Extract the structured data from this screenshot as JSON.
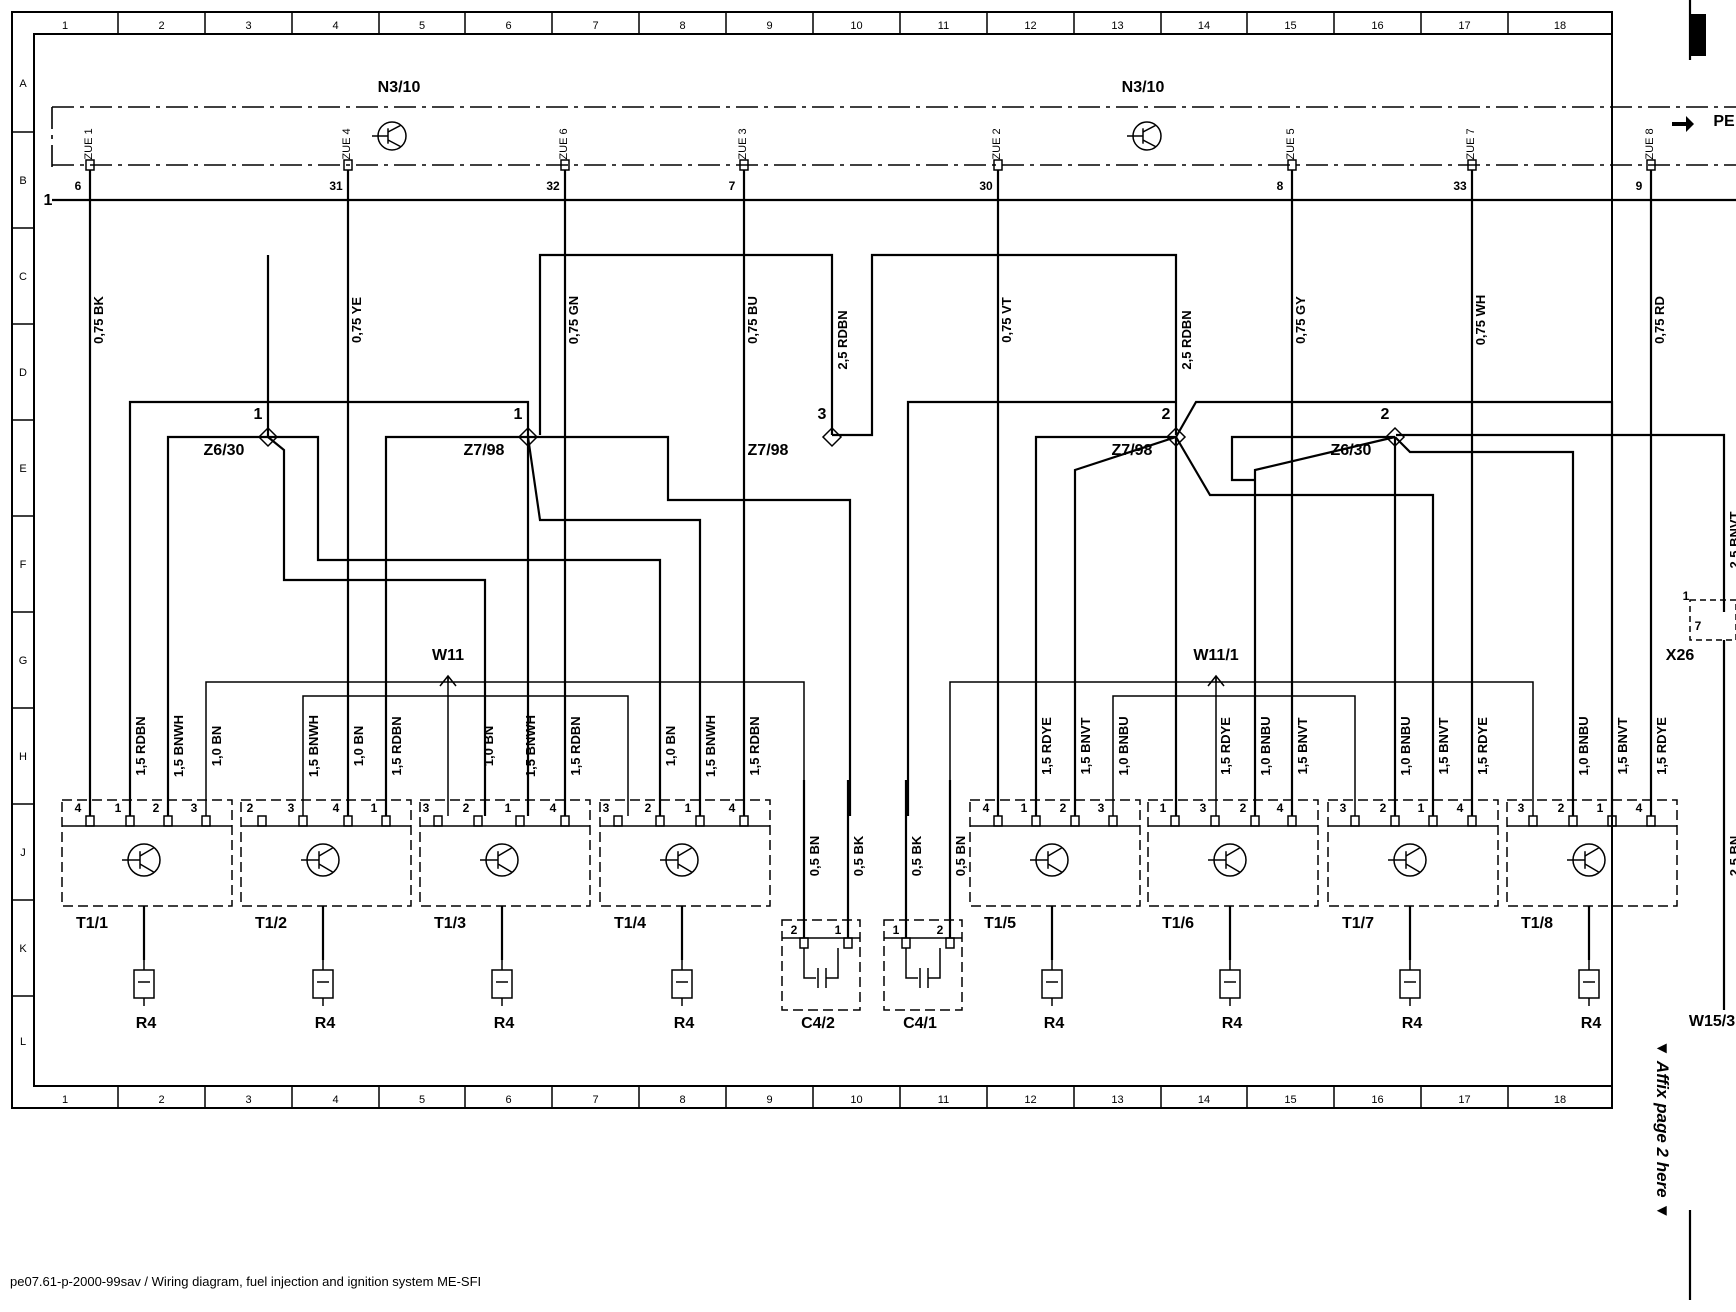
{
  "grid": {
    "columns": [
      "1",
      "2",
      "3",
      "4",
      "5",
      "6",
      "7",
      "8",
      "9",
      "10",
      "11",
      "12",
      "13",
      "14",
      "15",
      "16",
      "17",
      "18"
    ],
    "rows": [
      "A",
      "B",
      "C",
      "D",
      "E",
      "F",
      "G",
      "H",
      "J",
      "K",
      "L"
    ]
  },
  "control_unit": {
    "labels": [
      "N3/10",
      "N3/10"
    ],
    "pe_label": "PE",
    "ground_label": "1",
    "outputs": [
      {
        "zue": "ZUE 1",
        "pin": "6",
        "wire": "0,75 BK"
      },
      {
        "zue": "ZUE 4",
        "pin": "31",
        "wire": "0,75 YE"
      },
      {
        "zue": "ZUE 6",
        "pin": "32",
        "wire": "0,75 GN"
      },
      {
        "zue": "ZUE 3",
        "pin": "7",
        "wire": "0,75 BU"
      },
      {
        "zue": "ZUE 2",
        "pin": "30",
        "wire": "0,75 VT"
      },
      {
        "zue": "ZUE 5",
        "pin": "8",
        "wire": "0,75 GY"
      },
      {
        "zue": "ZUE 7",
        "pin": "33",
        "wire": "0,75 WH"
      },
      {
        "zue": "ZUE 8",
        "pin": "9",
        "wire": "0,75 RD"
      }
    ]
  },
  "supply_wires": [
    "2,5 RDBN",
    "2,5 RDBN",
    "2,5 BNVT",
    "2,5 BN"
  ],
  "junctions": [
    {
      "name": "Z6/30",
      "pin": "1"
    },
    {
      "name": "Z7/98",
      "pin": "1"
    },
    {
      "name": "Z7/98",
      "pin": "3"
    },
    {
      "name": "Z7/98",
      "pin": "2"
    },
    {
      "name": "Z6/30",
      "pin": "2"
    }
  ],
  "shields": [
    "W11",
    "W11/1",
    "W15/3"
  ],
  "connector": {
    "name": "X26",
    "outer": "1",
    "inner": "7"
  },
  "coils": [
    {
      "name": "T1/1",
      "pins": [
        "4",
        "1",
        "2",
        "3"
      ],
      "wires": [
        "1,5 RDBN",
        "1,5 BNWH",
        "1,0 BN"
      ]
    },
    {
      "name": "T1/2",
      "pins": [
        "2",
        "3",
        "4",
        "1"
      ],
      "wires": [
        "1,5 BNWH",
        "1,0 BN",
        "1,5 RDBN"
      ]
    },
    {
      "name": "T1/3",
      "pins": [
        "3",
        "2",
        "1",
        "4"
      ],
      "wires": [
        "1,0 BN",
        "1,5 BNWH",
        "1,5 RDBN"
      ]
    },
    {
      "name": "T1/4",
      "pins": [
        "3",
        "2",
        "1",
        "4"
      ],
      "wires": [
        "1,0 BN",
        "1,5 BNWH",
        "1,5 RDBN"
      ]
    },
    {
      "name": "T1/5",
      "pins": [
        "4",
        "1",
        "2",
        "3"
      ],
      "wires": [
        "1,5 RDYE",
        "1,5 BNVT",
        "1,0 BNBU"
      ]
    },
    {
      "name": "T1/6",
      "pins": [
        "1",
        "3",
        "2",
        "4"
      ],
      "wires": [
        "1,5 RDYE",
        "1,0 BNBU",
        "1,5 BNVT"
      ]
    },
    {
      "name": "T1/7",
      "pins": [
        "3",
        "2",
        "1",
        "4"
      ],
      "wires": [
        "1,0 BNBU",
        "1,5 BNVT",
        "1,5 RDYE"
      ]
    },
    {
      "name": "T1/8",
      "pins": [
        "3",
        "2",
        "1",
        "4"
      ],
      "wires": [
        "1,0 BNBU",
        "1,5 BNVT",
        "1,5 RDYE"
      ]
    }
  ],
  "plug_label": "R4",
  "capacitors": [
    {
      "name": "C4/2",
      "pins": [
        "2",
        "1"
      ],
      "wires": [
        "0,5 BN",
        "0,5 BK"
      ]
    },
    {
      "name": "C4/1",
      "pins": [
        "1",
        "2"
      ],
      "wires": [
        "0,5 BK",
        "0,5 BN"
      ]
    }
  ],
  "footer": "pe07.61-p-2000-99sav / Wiring diagram, fuel injection and ignition system ME-SFI",
  "affix": "▼ Affix page 2 here ▼"
}
